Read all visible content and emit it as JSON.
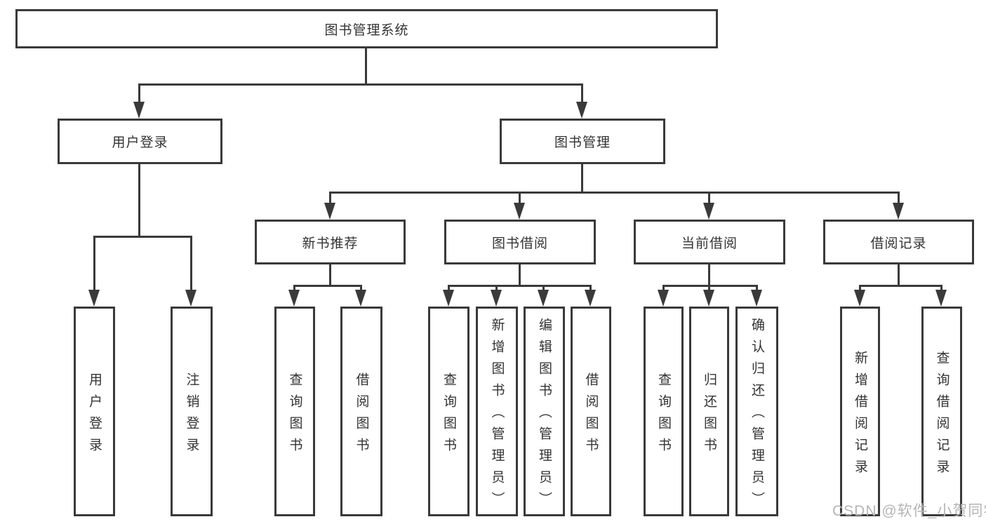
{
  "tree": {
    "root": {
      "label": "图书管理系统",
      "children": [
        {
          "label": "用户登录",
          "children": [
            {
              "label": "用户登录"
            },
            {
              "label": "注销登录"
            }
          ]
        },
        {
          "label": "图书管理",
          "children": [
            {
              "label": "新书推荐",
              "children": [
                {
                  "label": "查询图书"
                },
                {
                  "label": "借阅图书"
                }
              ]
            },
            {
              "label": "图书借阅",
              "children": [
                {
                  "label": "查询图书"
                },
                {
                  "label": "新增图书（管理员）"
                },
                {
                  "label": "编辑图书（管理员）"
                },
                {
                  "label": "借阅图书"
                }
              ]
            },
            {
              "label": "当前借阅",
              "children": [
                {
                  "label": "查询图书"
                },
                {
                  "label": "归还图书"
                },
                {
                  "label": "确认归还（管理员）"
                }
              ]
            },
            {
              "label": "借阅记录",
              "children": [
                {
                  "label": "新增借阅记录"
                },
                {
                  "label": "查询借阅记录"
                }
              ]
            }
          ]
        }
      ]
    }
  },
  "watermark": {
    "text": "CSDN @软件_小贺同学"
  },
  "colors": {
    "line": "#3a3a3a",
    "text": "#333333",
    "watermark": "#b5b5b5",
    "background": "#ffffff"
  }
}
